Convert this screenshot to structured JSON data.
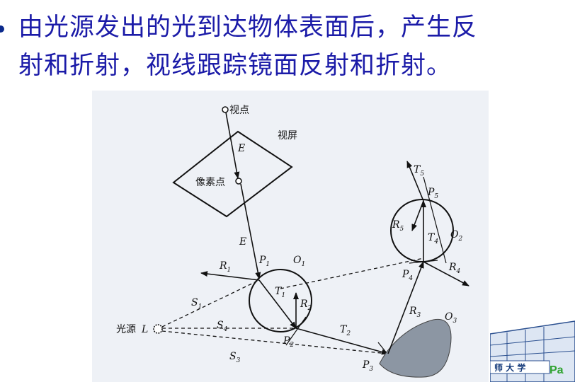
{
  "slide": {
    "line1": "由光源发出的光到达物体表面后，产生反",
    "line2": "射和折射，视线跟踪镜面反射和折射。"
  },
  "diagram": {
    "viewpoint": "视点",
    "screen": "视屏",
    "pixel": "像素点",
    "light_source": "光源",
    "E_top": "E",
    "E_bottom": "E",
    "L": "L",
    "P1": "P",
    "P1_sub": "1",
    "O1": "O",
    "O1_sub": "1",
    "R1": "R",
    "R1_sub": "1",
    "T1": "T",
    "T1_sub": "1",
    "R2": "R",
    "R2_sub": "2",
    "S1": "S",
    "S1_sub": "1",
    "S4": "S",
    "S4_sub": "4",
    "P2": "P",
    "P2_sub": "2",
    "T2": "T",
    "T2_sub": "2",
    "S3": "S",
    "S3_sub": "3",
    "P3": "P",
    "P3_sub": "3",
    "R3": "R",
    "R3_sub": "3",
    "O3": "O",
    "O3_sub": "3",
    "P4": "P",
    "P4_sub": "4",
    "R4": "R",
    "R4_sub": "4",
    "T4": "T",
    "T4_sub": "4",
    "R5": "R",
    "R5_sub": "5",
    "P5": "P",
    "P5_sub": "5",
    "T5": "T",
    "T5_sub": "5",
    "O2": "O",
    "O2_sub": "2"
  },
  "logo": {
    "text": "Pa",
    "glyphs": "师 大 学"
  },
  "colors": {
    "slide_text": "#1b1ba8",
    "logo_green": "#2fa32f",
    "photo_bg": "#eef1f6",
    "rock": "#8c96a3"
  }
}
